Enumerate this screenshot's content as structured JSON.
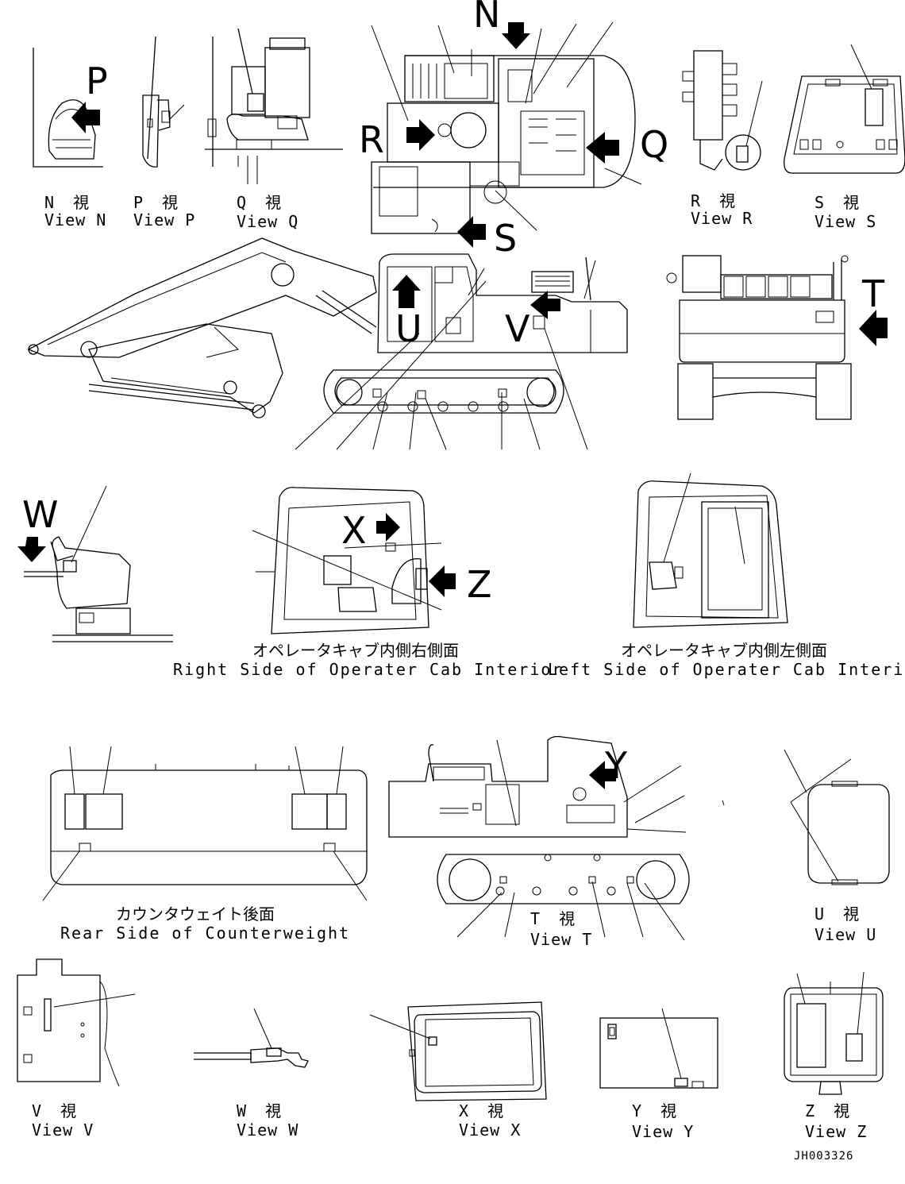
{
  "document_number": "JH003326",
  "view_letters": {
    "N": "N",
    "P": "P",
    "Q": "Q",
    "R": "R",
    "S": "S",
    "T": "T",
    "U": "U",
    "V": "V",
    "W": "W",
    "X": "X",
    "Y": "Y",
    "Z": "Z"
  },
  "captions": {
    "view_n": {
      "jp": "N 視",
      "en": "View N"
    },
    "view_p": {
      "jp": "P 視",
      "en": "View P"
    },
    "view_q": {
      "jp": "Q 視",
      "en": "View Q"
    },
    "view_r": {
      "jp": "R 視",
      "en": "View R"
    },
    "view_s": {
      "jp": "S 視",
      "en": "View S"
    },
    "cab_right": {
      "jp": "オペレータキャブ内側右側面",
      "en": "Right Side of Operater Cab Interior"
    },
    "cab_left": {
      "jp": "オペレータキャブ内側左側面",
      "en": "Left Side of Operater Cab Interior"
    },
    "counterweight": {
      "jp": "カウンタウェイト後面",
      "en": "Rear Side of Counterweight"
    },
    "view_t": {
      "jp": "T 視",
      "en": "View T"
    },
    "view_u": {
      "jp": "U 視",
      "en": "View U"
    },
    "view_v": {
      "jp": "V 視",
      "en": "View V"
    },
    "view_w": {
      "jp": "W 視",
      "en": "View W"
    },
    "view_x": {
      "jp": "X 視",
      "en": "View X"
    },
    "view_y": {
      "jp": "Y 視",
      "en": "View Y"
    },
    "view_z": {
      "jp": "Z 視",
      "en": "View Z"
    }
  }
}
